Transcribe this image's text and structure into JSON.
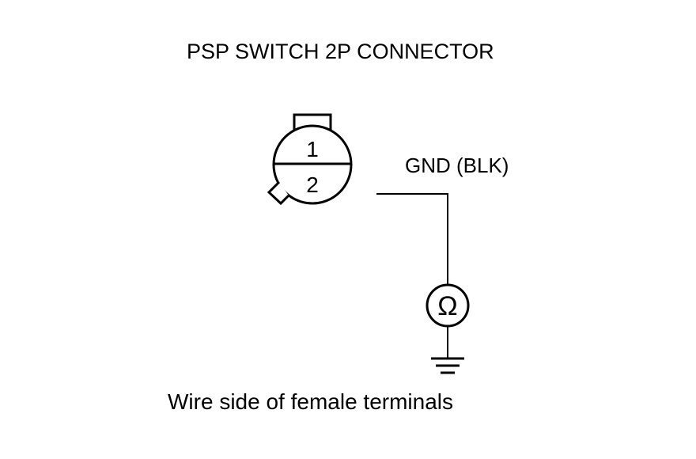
{
  "diagram": {
    "title": "PSP SWITCH 2P CONNECTOR",
    "connector": {
      "terminals": [
        "1",
        "2"
      ]
    },
    "wire_label": "GND (BLK)",
    "meter_symbol": "Ω",
    "caption": "Wire side of female terminals",
    "icons": {
      "meter": "ohmmeter-icon",
      "ground": "ground-icon"
    },
    "colors": {
      "line": "#000000",
      "background": "#ffffff"
    }
  }
}
